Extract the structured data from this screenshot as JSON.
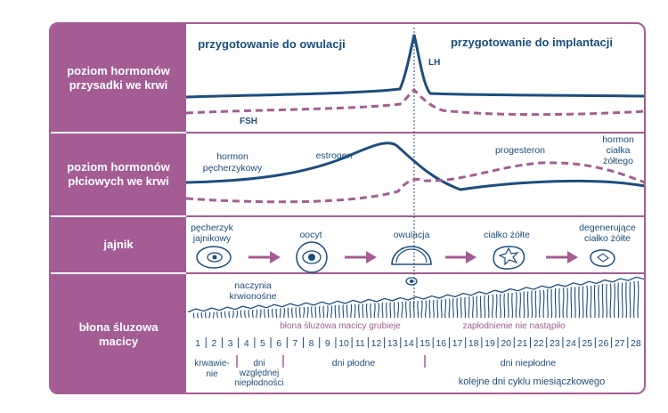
{
  "rows": {
    "pituitary": "poziom hormonów\nprzysadki we krwi",
    "sex": "poziom hormonów\npłciowych we krwi",
    "ovary": "jajnik",
    "endometrium": "błona śluzowa\nmacicy"
  },
  "phases": {
    "ovulation_prep": "przygotowanie do owulacji",
    "implantation_prep": "przygotowanie do implantacji"
  },
  "hormones": {
    "lh": "LH",
    "fsh": "FSH",
    "follicle_1": "hormon",
    "follicle_2": "pęcherzykowy",
    "estrogen": "estrogen",
    "progesterone": "progesteron",
    "corpus_1": "hormon",
    "corpus_2": "ciałka",
    "corpus_3": "żółtego"
  },
  "ovary": {
    "follicle_1": "pęcherzyk",
    "follicle_2": "jajnikowy",
    "oocyte": "oocyt",
    "ovulation": "owulacja",
    "corpus_luteum": "ciałko żółte",
    "degenerating_1": "degenerujące",
    "degenerating_2": "ciałko żółte"
  },
  "endometrium": {
    "vessels_1": "naczynia",
    "vessels_2": "krwionośne",
    "thickens": "błona śluzowa macicy grubieje",
    "no_fertilization": "zapłodnienie nie nastąpiło"
  },
  "days": [
    "1",
    "2",
    "3",
    "4",
    "5",
    "6",
    "7",
    "8",
    "9",
    "10",
    "11",
    "12",
    "13",
    "14",
    "15",
    "16",
    "17",
    "18",
    "19",
    "20",
    "21",
    "22",
    "23",
    "24",
    "25",
    "26",
    "27",
    "28"
  ],
  "periods": {
    "menstruation_1": "krwawie-",
    "menstruation_2": "nie",
    "relative_infertile_1": "dni",
    "relative_infertile_2": "względnej",
    "relative_infertile_3": "niepłodności",
    "fertile": "dni płodne",
    "infertile": "dni niepłodne",
    "cycle_days": "kolejne dni cyklu miesiączkowego"
  },
  "colors": {
    "sidebar": "#a45c94",
    "line": "#1b4d7e",
    "dashed": "#a45c94"
  }
}
